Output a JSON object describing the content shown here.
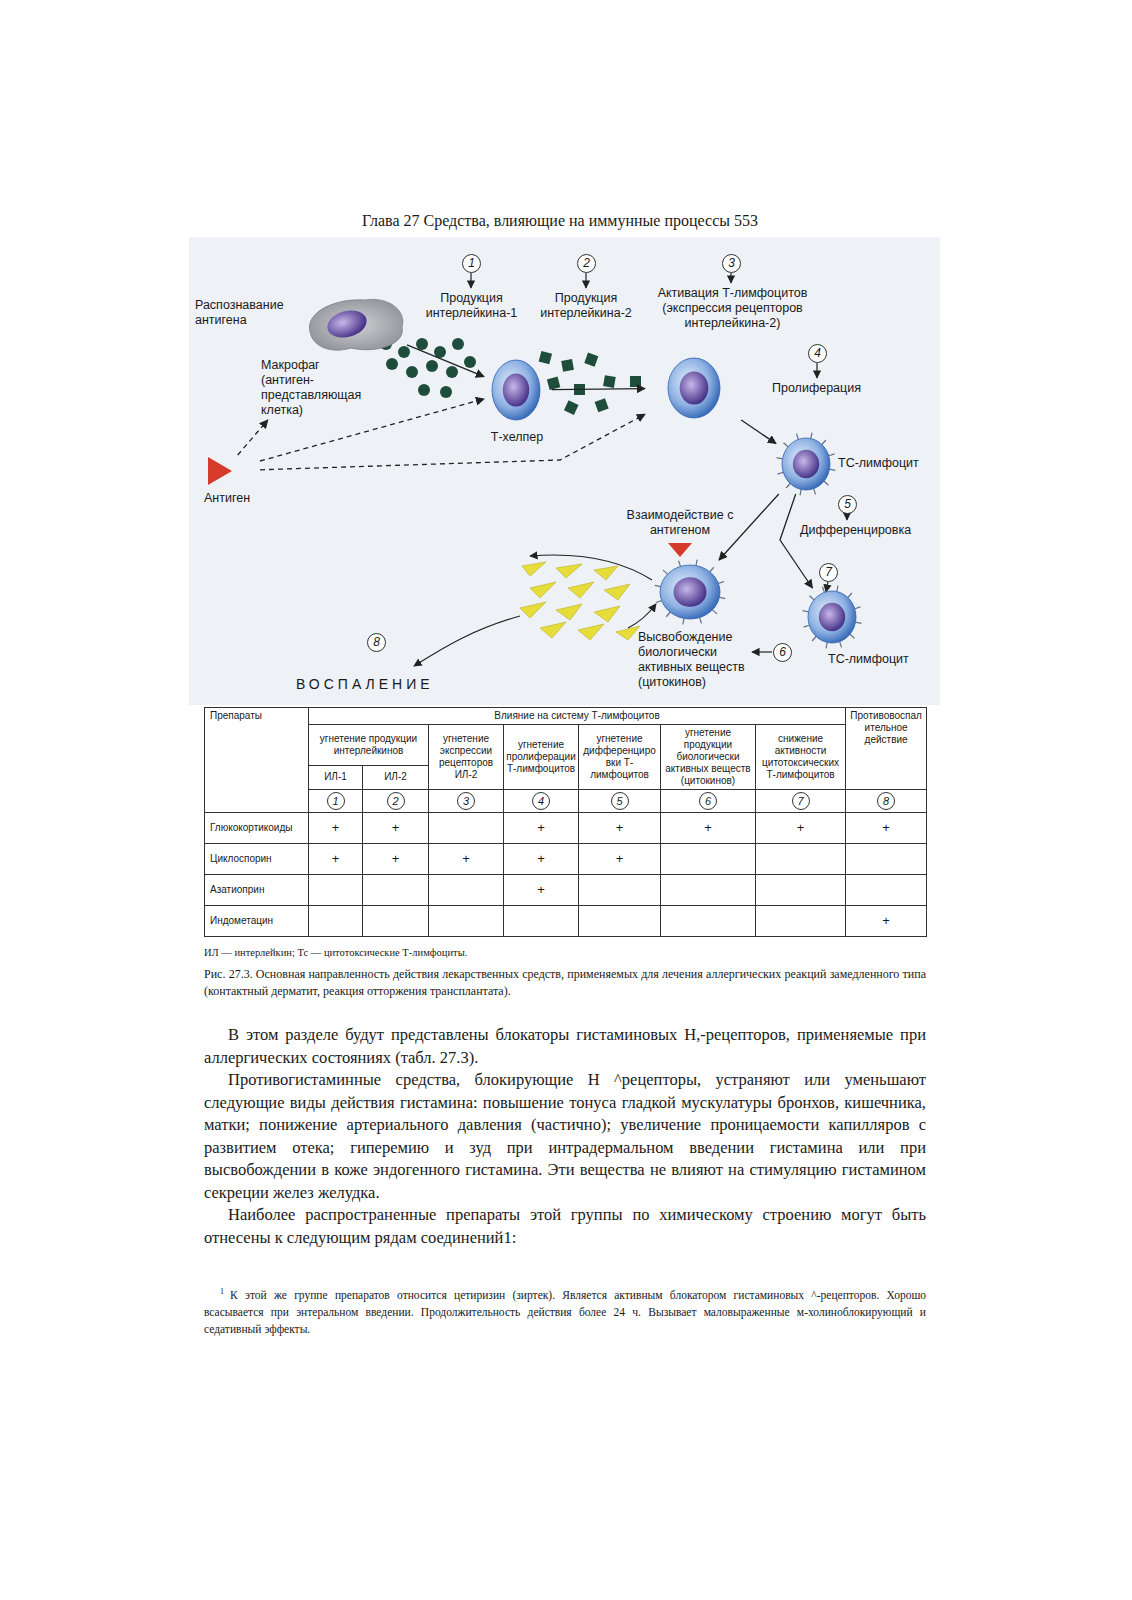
{
  "diagram": {
    "caption": "Рис. 27.3. Основная направленность действия лекарственных средств, применяемых для лечения аллергических реакций замедленного типа (контактный дерматит, реакция отторжения трансплантата).",
    "nodes": [
      {
        "text": [
          "Макрофаг (антиген-представляющая клетка)"
        ]
      },
      {
        "text": [
          "Т-хелпер"
        ]
      },
      {
        "text": [
          "Активация Т-лимфоцитов (экспрессия рецепторов интерлейкина-2)"
        ]
      },
      {
        "text": [
          "TC-лимфоцит"
        ]
      },
      {
        "text": [
          "Высвобождение биологически активных веществ (цитокинов)"
        ]
      },
      {
        "text": [
          "TC-лимфоцит"
        ]
      },
      {
        "text": [
          "Антиген"
        ]
      }
    ],
    "edges": [
      {
        "from": 6,
        "to": 0,
        "arrow": "to"
      },
      {
        "from": 0,
        "to": 1,
        "arrow": "to"
      },
      {
        "from": 6,
        "to": 1,
        "arrow": "to"
      },
      {
        "from": 1,
        "to": 2,
        "arrow": "to"
      },
      {
        "from": 6,
        "to": 2,
        "arrow": "to"
      },
      {
        "from": 2,
        "to": 3,
        "arrow": "to"
      },
      {
        "from": 3,
        "to": 4,
        "arrow": "to"
      },
      {
        "from": 3,
        "to": 5,
        "arrow": "to"
      }
    ],
    "labels": [
      "Глава 27 Средства, влияющие на иммунные процессы 553",
      "1",
      "2",
      "3",
      "4",
      "5",
      "6",
      "7",
      "8",
      "Продукция интерлейкина-1",
      "Продукция интерлейкина-2",
      "Распознавание антигена",
      "Пролиферация",
      "Дифференцировка",
      "Взаимодействие с антигеном",
      "ВОСПАЛЕНИЕ",
      "Препараты",
      "Влияние на систему Т-лимфоцитов",
      "Противовоспалительное действие",
      "угнетение продукции интерлейкинов",
      "угнетение экспрессии рецепторов ИЛ-2",
      "угнетение пролиферации Т-лимфоцитов",
      "угнетение дифференцировки Т-лимфоцитов",
      "угнетение продукции биологически активных веществ (цитокинов)",
      "снижение активности цитотоксических Т-лимфоцитов",
      "ИЛ-1",
      "ИЛ-2",
      "1",
      "2",
      "3",
      "4",
      "5",
      "6",
      "7",
      "8",
      "Глюкокортикоиды",
      "+",
      "+",
      "+",
      "+",
      "+",
      "+",
      "+",
      "Циклоспорин",
      "+",
      "+",
      "+",
      "+",
      "+",
      "Азатиоприн",
      "+",
      "Индометацин",
      "+",
      "ИЛ — интерлейкин; Тс — цитотоксические Т-лимфоциты.",
      "В этом разделе будут представлены блокаторы гистаминовых Н,-рецепторов, применяемые при аллергических состояниях (табл. 27.3).",
      "Противогистаминные средства, блокирующие Н ^рецепторы, устраняют или уменьшают следующие виды действия гистамина: повышение тонуса гладкой мускулатуры бронхов, кишечника, матки; понижение артериального давления (частично); увеличение проницаемости капилляров с развитием отека; гиперемию и зуд при интрадермальном введении гистамина или при высвобождении в коже эндогенного гистамина. Эти вещества не влияют на стимуляцию гистамином секреции желез желудка.",
      "Наиболее распространенные препараты этой группы по химическому строению могут быть отнесены к следующим рядам соединений1:",
      "1",
      "К этой же группе препаратов относится цетиризин (зиртек). Является активным блокатором гистаминовых ^-рецепторов. Хорошо всасывается при энтеральном введении. Продолжительность действия более 24 ч. Вызывает маловыраженные м-холиноблокирующий и седативный эффекты."
    ]
  }
}
